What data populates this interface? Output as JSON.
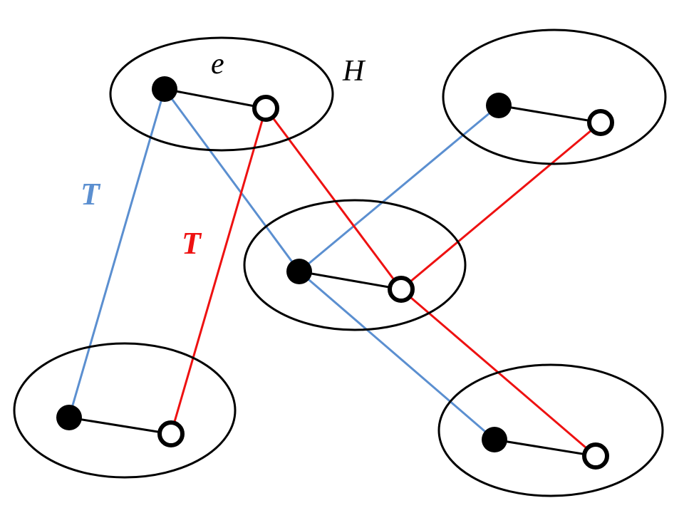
{
  "labels": {
    "e": "e",
    "H": "H",
    "T_blue": "T",
    "T_red": "T"
  },
  "colors": {
    "outline": "#000000",
    "blue_matching": "#5b8fd0",
    "red_matching": "#ee1111",
    "background": "#ffffff"
  },
  "groups": [
    {
      "id": "top-left"
    },
    {
      "id": "top-right"
    },
    {
      "id": "center"
    },
    {
      "id": "bottom-left"
    },
    {
      "id": "bottom-right"
    }
  ]
}
